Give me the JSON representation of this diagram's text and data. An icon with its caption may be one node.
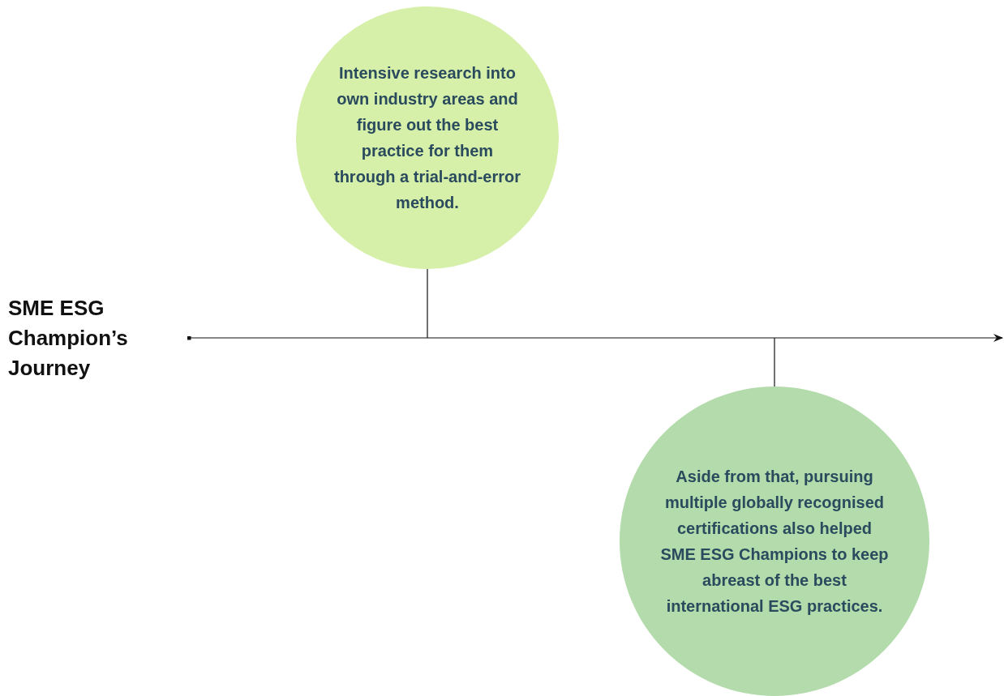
{
  "diagram": {
    "nodes": [
      {
        "text": [
          "SME ESG Champion’s Journey"
        ]
      },
      {
        "text": [
          "Intensive research into own industry areas and figure out the best practice for them through a trial-and-error method."
        ]
      },
      {
        "text": [
          "Aside from that, pursuing multiple globally recognised certifications also helped SME ESG Champions to keep abreast of the best international ESG practices."
        ]
      }
    ],
    "edges": [
      {
        "from": 0,
        "to": null,
        "arrow": "to"
      },
      {
        "from": 1,
        "to": null,
        "arrow": "none"
      },
      {
        "from": 2,
        "to": null,
        "arrow": "none"
      }
    ]
  }
}
